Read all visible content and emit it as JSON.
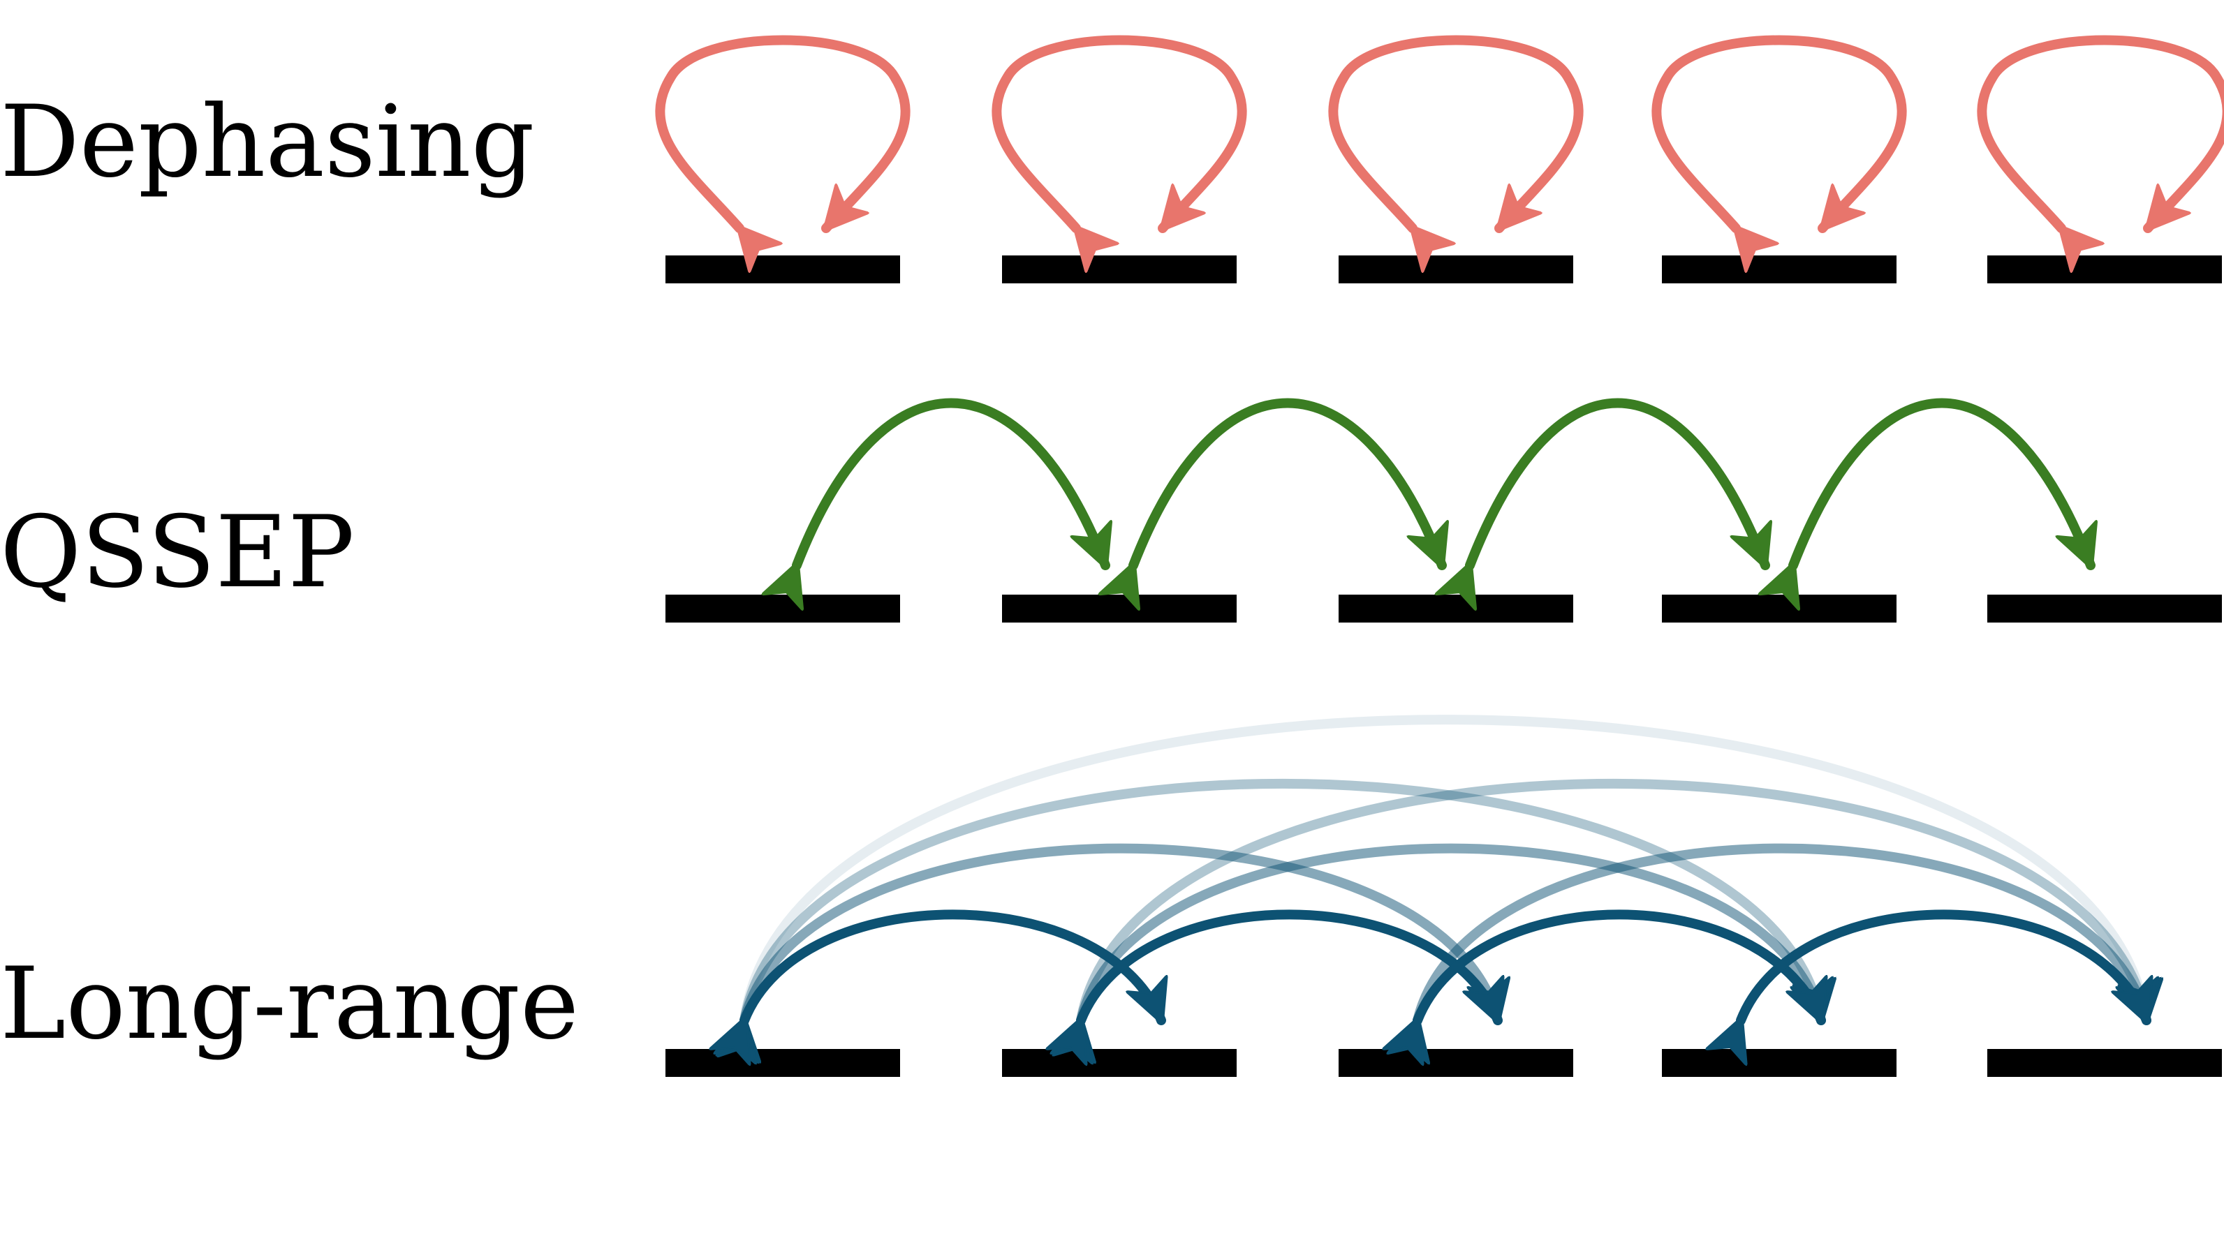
{
  "rows": [
    {
      "key": "dephasing",
      "label": "Dephasing",
      "process": "self-loop"
    },
    {
      "key": "qssep",
      "label": "QSSEP",
      "process": "nearest-neighbour"
    },
    {
      "key": "longrange",
      "label": "Long-range",
      "process": "all-pairs"
    }
  ],
  "site_count": 5,
  "colors": {
    "site": "#000000",
    "dephasing": "#e8756c",
    "qssep": "#3a7d22",
    "longrange": "#0d5273"
  },
  "longrange_links": [
    {
      "from": 1,
      "to": 2,
      "opacity": 1.0
    },
    {
      "from": 2,
      "to": 3,
      "opacity": 1.0
    },
    {
      "from": 3,
      "to": 4,
      "opacity": 1.0
    },
    {
      "from": 4,
      "to": 5,
      "opacity": 1.0
    },
    {
      "from": 1,
      "to": 3,
      "opacity": 0.5
    },
    {
      "from": 2,
      "to": 4,
      "opacity": 0.5
    },
    {
      "from": 3,
      "to": 5,
      "opacity": 0.5
    },
    {
      "from": 1,
      "to": 4,
      "opacity": 0.33
    },
    {
      "from": 2,
      "to": 5,
      "opacity": 0.33
    },
    {
      "from": 1,
      "to": 5,
      "opacity": 0.1
    }
  ]
}
